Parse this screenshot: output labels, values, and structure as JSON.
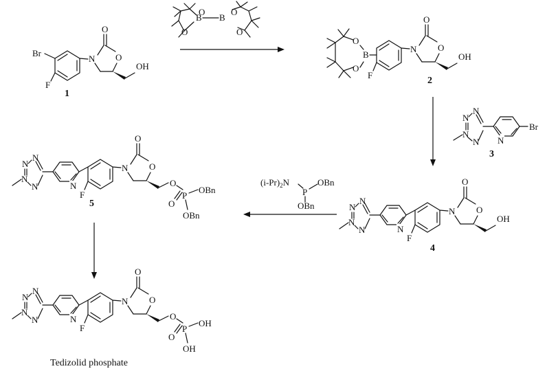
{
  "atoms": {
    "Br": "Br",
    "F": "F",
    "N": "N",
    "O": "O",
    "OH": "OH",
    "B": "B",
    "P": "P",
    "OBn": "OBn"
  },
  "labels": {
    "c1": "1",
    "c2": "2",
    "c3": "3",
    "c4": "4",
    "c5": "5"
  },
  "reagent_phosphoramidite": {
    "prefix": "(i-Pr)",
    "sub": "2",
    "n": "N",
    "p": "P",
    "obn1": "OBn",
    "obn2": "OBn"
  },
  "caption": "Tedizolid phosphate"
}
